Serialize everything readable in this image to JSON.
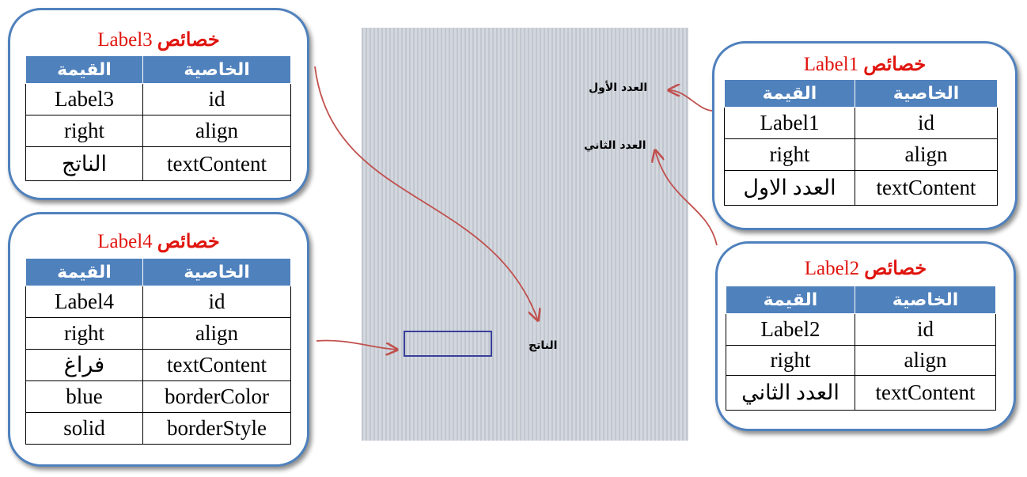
{
  "colors": {
    "panel_border": "#4f81bd",
    "title_red": "#e0140e",
    "header_blue": "#4f81bd",
    "arrow_red": "#c0504d",
    "box_blue": "#3a3f9a"
  },
  "panels": {
    "label3": {
      "title_prefix": "خصائص",
      "title_name": "Label3",
      "header_property": "الخاصية",
      "header_value": "القيمة",
      "rows": [
        {
          "property": "id",
          "value": "Label3"
        },
        {
          "property": "align",
          "value": "right"
        },
        {
          "property": "textContent",
          "value": "الناتج"
        }
      ]
    },
    "label4": {
      "title_prefix": "خصائص",
      "title_name": "Label4",
      "header_property": "الخاصية",
      "header_value": "القيمة",
      "rows": [
        {
          "property": "id",
          "value": "Label4"
        },
        {
          "property": "align",
          "value": "right"
        },
        {
          "property": "textContent",
          "value": "فراغ"
        },
        {
          "property": "borderColor",
          "value": "blue"
        },
        {
          "property": "borderStyle",
          "value": "solid"
        }
      ]
    },
    "label1": {
      "title_prefix": "خصائص",
      "title_name": "Label1",
      "header_property": "الخاصية",
      "header_value": "القيمة",
      "rows": [
        {
          "property": "id",
          "value": "Label1"
        },
        {
          "property": "align",
          "value": "right"
        },
        {
          "property": "textContent",
          "value": "العدد الاول"
        }
      ]
    },
    "label2": {
      "title_prefix": "خصائص",
      "title_name": "Label2",
      "header_property": "الخاصية",
      "header_value": "القيمة",
      "rows": [
        {
          "property": "id",
          "value": "Label2"
        },
        {
          "property": "align",
          "value": "right"
        },
        {
          "property": "textContent",
          "value": "العدد الثاني"
        }
      ]
    }
  },
  "form": {
    "label1_text": "العدد الأول",
    "label2_text": "العدد الثاني",
    "label3_text": "الناتج"
  }
}
